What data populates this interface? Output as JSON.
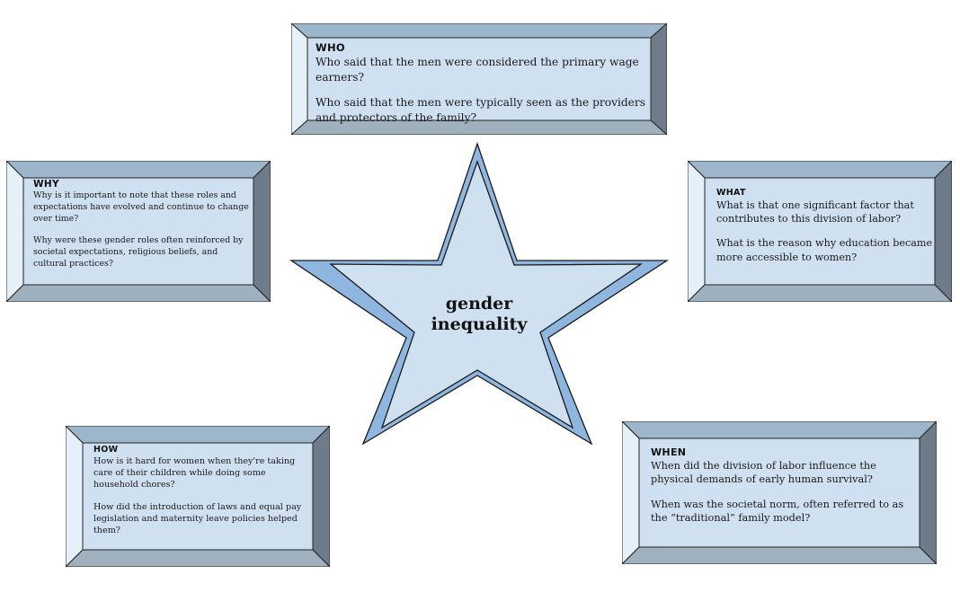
{
  "center": {
    "line1": "gender",
    "line2": "inequality"
  },
  "who": {
    "title": "WHO",
    "q1": "Who said that the men were considered the primary wage earners?",
    "q2": "Who said that the men were typically seen as the providers and protectors of the family?"
  },
  "why": {
    "title": "WHY",
    "q1": "Why is it important to note that these roles and expectations have evolved and continue to change over time?",
    "q2": "Why were these gender roles often reinforced by societal expectations, religious beliefs, and cultural practices?"
  },
  "what": {
    "title": "WHAT",
    "q1": "What is that one significant factor that contributes to this division of labor?",
    "q2": "What is the reason why education became more accessible to women?"
  },
  "how": {
    "title": "HOW",
    "q1": "How is it hard for women when they're taking care of their children while doing some household chores?",
    "q2": "How did the introduction of laws and equal pay legislation and maternity leave policies helped them?"
  },
  "when": {
    "title": "WHEN",
    "q1": "When did the division of labor influence the physical demands of early human survival?",
    "q2": "When was the societal norm, often referred to as the “traditional” family model?"
  },
  "colors": {
    "face": "#cfe0f1",
    "bevel_top": "#9eb6cb",
    "bevel_left": "#e6f0f8",
    "bevel_right": "#6e7c8a",
    "bevel_bottom": "#9fb0bf",
    "star_fill": "#cfe0f1",
    "star_border": "#8fb6df"
  }
}
